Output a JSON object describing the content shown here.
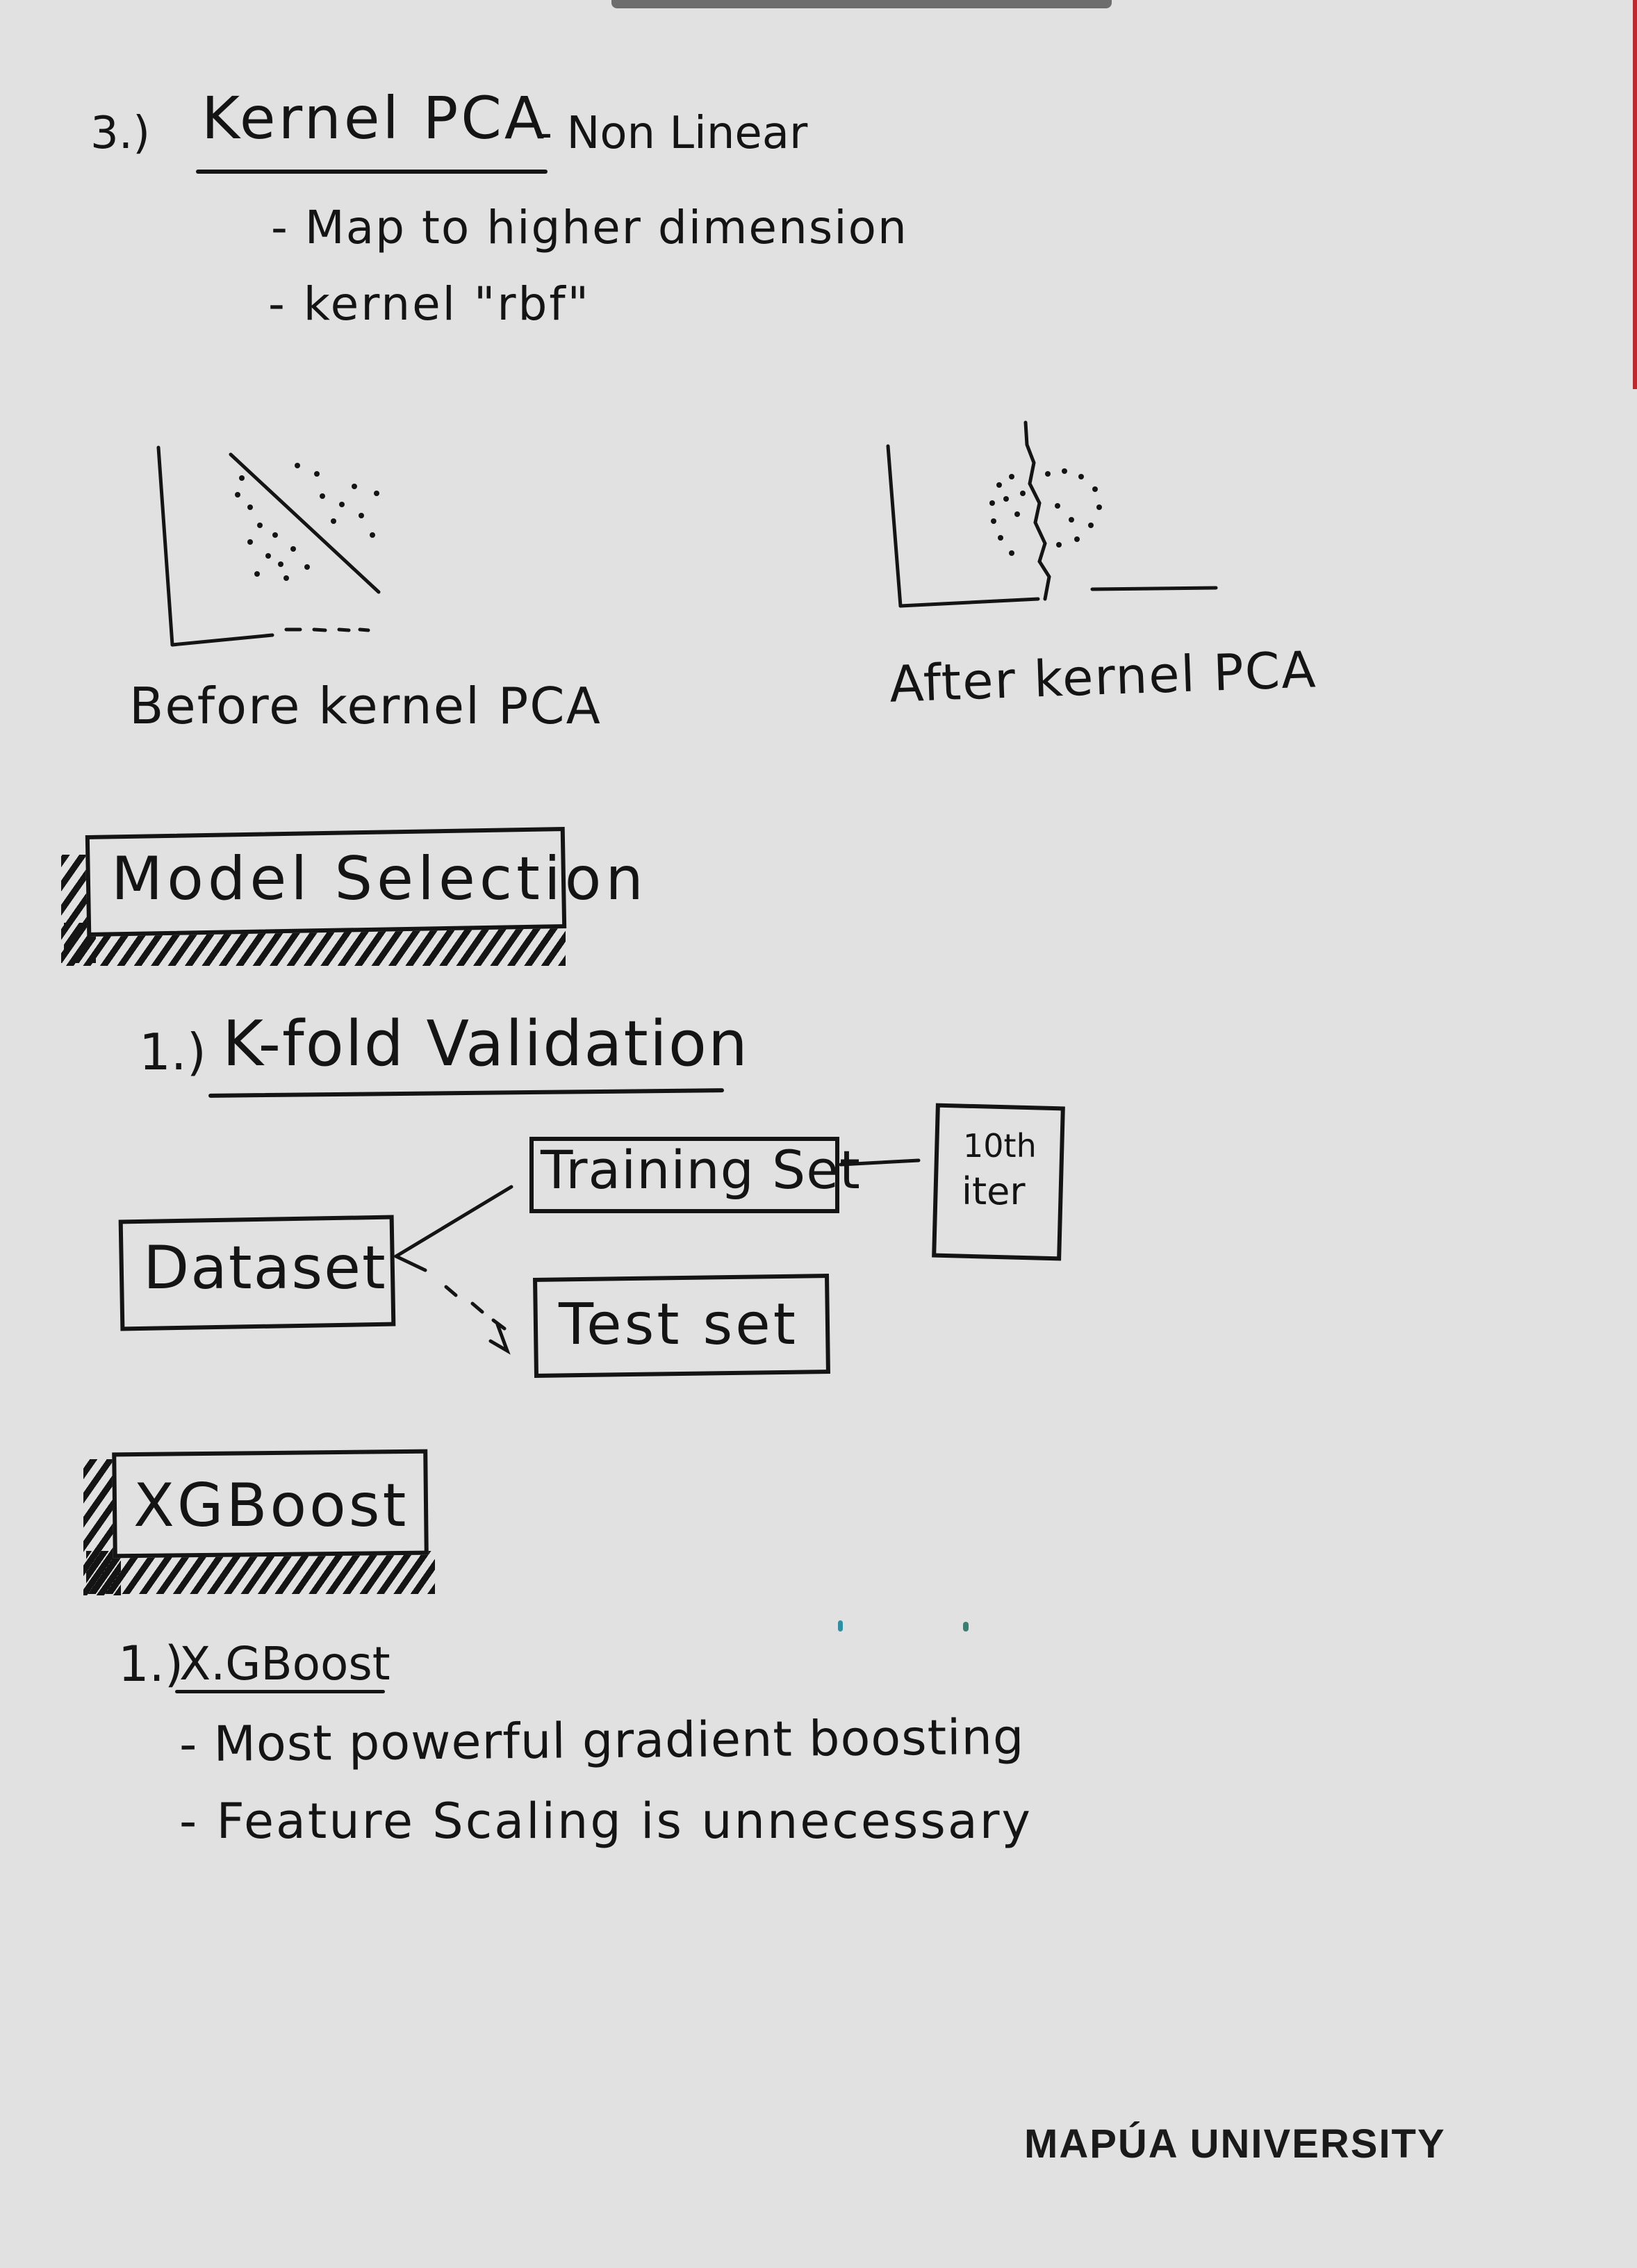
{
  "section_pca": {
    "number": "3.)",
    "title": "Kernel PCA",
    "title_suffix": "- Non Linear",
    "bullet_1": "- Map to higher dimension",
    "bullet_2": "- kernel \"rbf\"",
    "plot_before_caption": "Before kernel PCA",
    "plot_after_caption": "After kernel PCA"
  },
  "section_model": {
    "heading": "Model Selection",
    "item_number": "1.)",
    "item_title": "K-fold Validation",
    "diagram": {
      "dataset": "Dataset",
      "training": "Training Set",
      "test": "Test set",
      "iteration_line1": "10th",
      "iteration_line2": "iter"
    }
  },
  "section_xgb": {
    "heading": "XGBoost",
    "item_number": "1.)",
    "item_title": "X.GBoost",
    "bullet_1": "- Most powerful gradient boosting",
    "bullet_2": "- Feature Scaling is unnecessary"
  },
  "footer": {
    "brand": "MAPÚA UNIVERSITY"
  }
}
